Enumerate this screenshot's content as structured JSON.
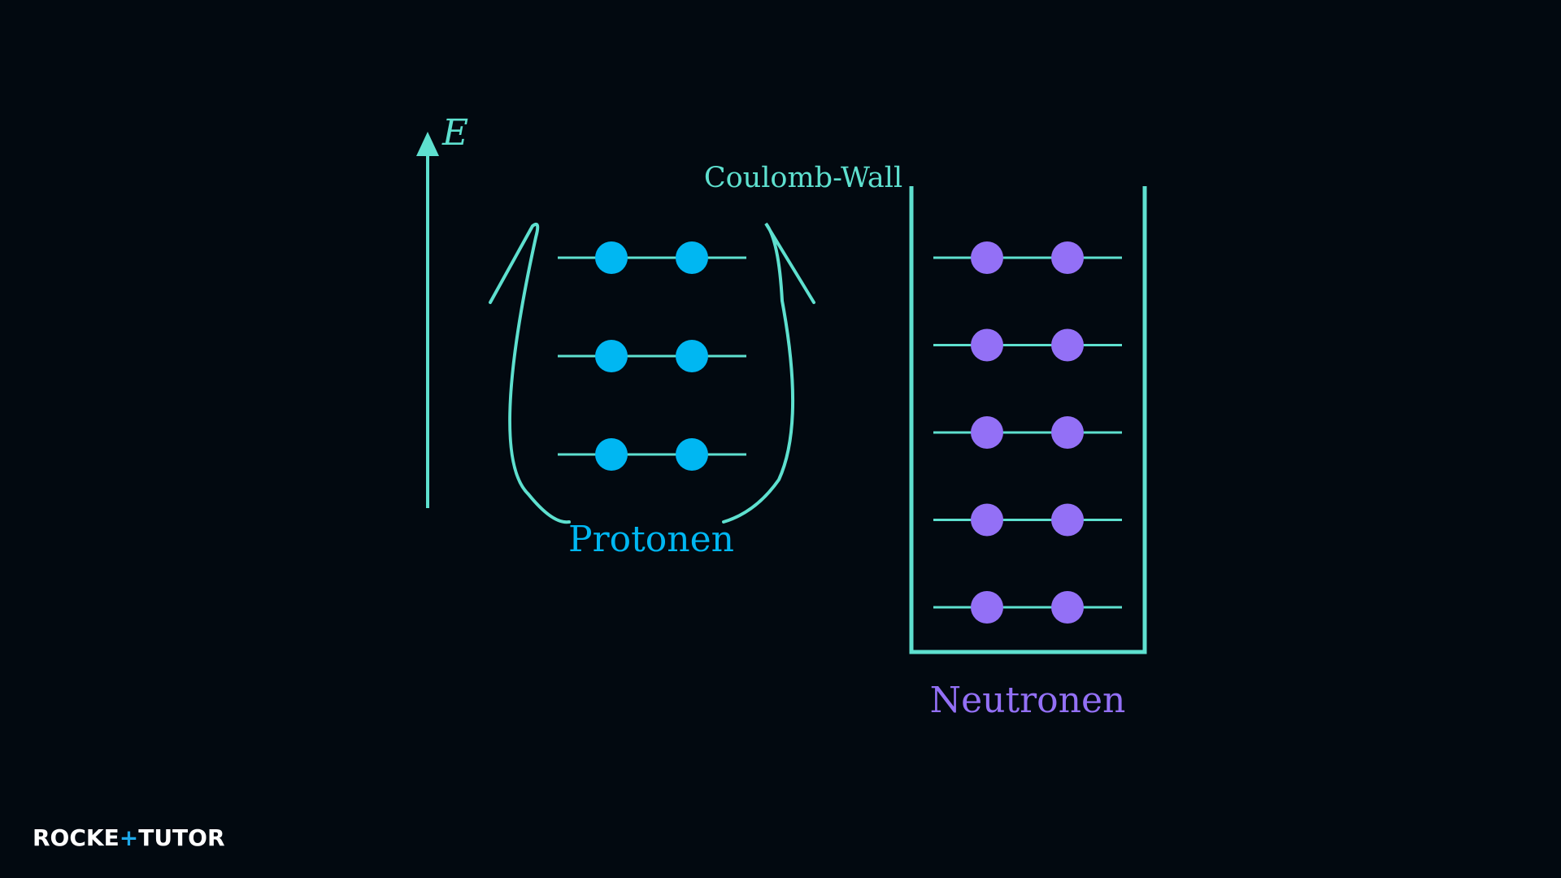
{
  "axis": {
    "label": "E"
  },
  "coulomb_label": "Coulomb-Wall",
  "protons": {
    "label": "Protonen",
    "levels": 3,
    "particles_per_level": 2
  },
  "neutrons": {
    "label": "Neutronen",
    "levels": 5,
    "particles_per_level": 2
  },
  "logo": {
    "part1": "ROCKE",
    "plus": "+",
    "part2": "TUTO",
    "part3": "R"
  },
  "colors": {
    "background": "#020910",
    "line": "#5ee0cf",
    "proton": "#00b7f2",
    "neutron": "#9370f6",
    "logo_text": "#ffffff",
    "logo_accent": "#1ea9ea"
  }
}
